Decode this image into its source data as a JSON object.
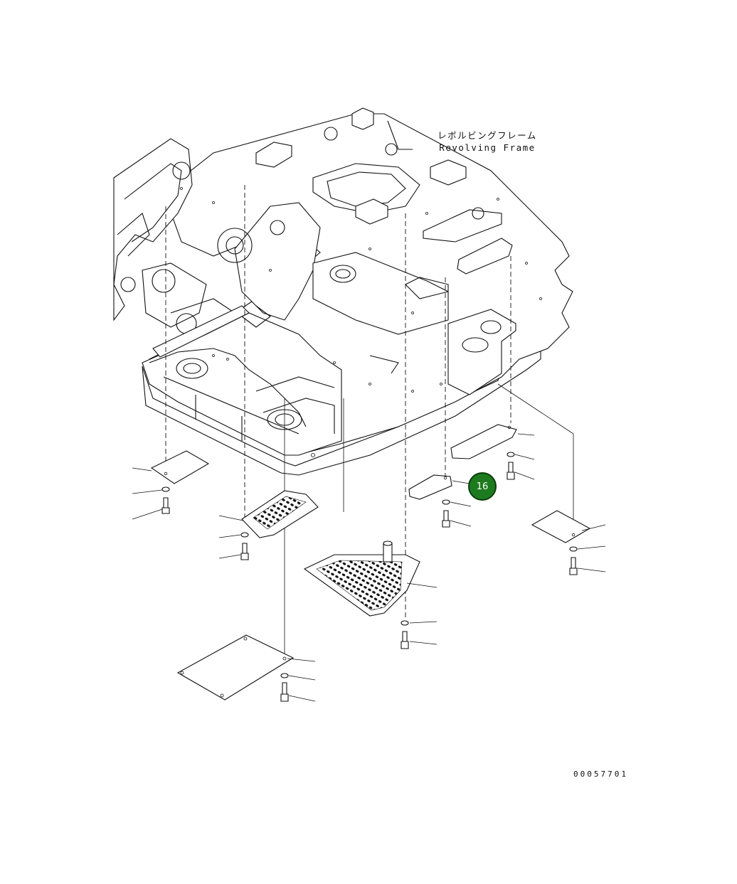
{
  "frame_label": {
    "japanese": "レボルビングフレーム",
    "english": "Revolving Frame"
  },
  "callout": {
    "number": "16",
    "color": "#1e7a1e"
  },
  "drawing_code": "00057701"
}
